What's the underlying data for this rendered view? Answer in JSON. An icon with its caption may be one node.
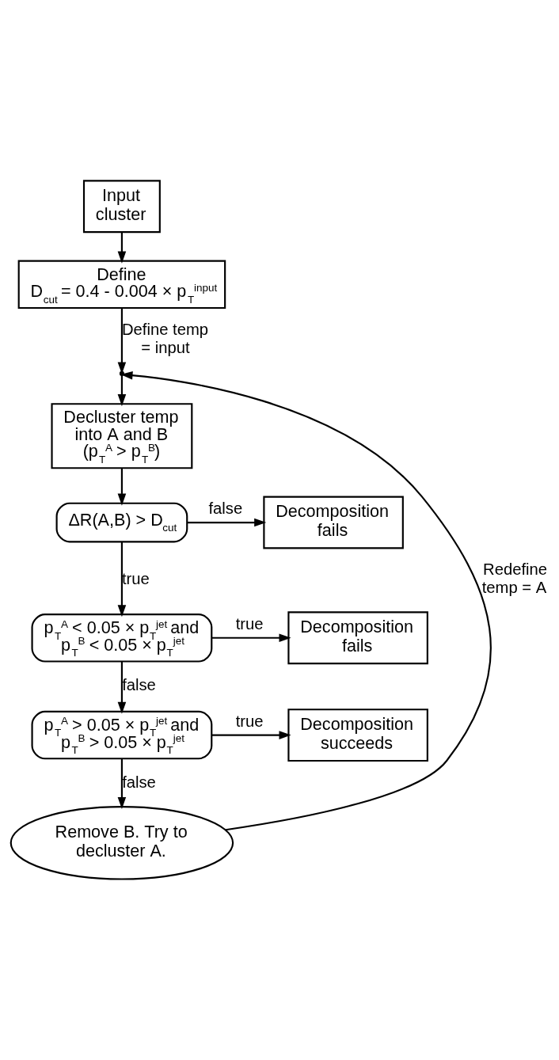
{
  "diagram": {
    "nodes": [
      {
        "text": [
          "Input cluster"
        ]
      },
      {
        "text": [
          "Define",
          "D$_{cut}$ = 0.4 - 0.004 × p$_{T}$$^{input}$"
        ]
      },
      {
        "text": [],
        "shape": "point"
      },
      {
        "text": [
          "Decluster temp into A and B (p$_{T}$$^{A}$ > p$_{T}$$^{B}$)"
        ]
      },
      {
        "text": [
          "ΔR(A,B) > D$_{cut}$"
        ]
      },
      {
        "text": [
          "Decomposition fails"
        ]
      },
      {
        "text": [
          "p$_{T}$$^{A}$ < 0.05 × p$_{T}$$^{jet}$ and p$_{T}$$^{B}$ < 0.05 × p$_{T}$$^{jet}$"
        ]
      },
      {
        "text": [
          "Decomposition fails"
        ]
      },
      {
        "text": [
          "p$_{T}$$^{A}$ > 0.05 × p$_{T}$$^{jet}$ and p$_{T}$$^{B}$ > 0.05 × p$_{T}$$^{jet}$"
        ]
      },
      {
        "text": [
          "Decomposition succeeds"
        ]
      },
      {
        "text": [
          "Remove B. Try to decluster A."
        ]
      }
    ],
    "edges": [
      {
        "from": 0,
        "to": 1,
        "arrow": "to"
      },
      {
        "from": 1,
        "to": 2,
        "arrow": "to",
        "label": "Define temp = input"
      },
      {
        "from": 10,
        "to": 2,
        "arrow": "to",
        "label": "Redefine temp = A"
      },
      {
        "from": 2,
        "to": 3,
        "arrow": "to"
      },
      {
        "from": 3,
        "to": 4,
        "arrow": "to"
      },
      {
        "from": 4,
        "to": 5,
        "arrow": "to",
        "label": "false"
      },
      {
        "from": 4,
        "to": 6,
        "arrow": "to",
        "label": "true"
      },
      {
        "from": 6,
        "to": 7,
        "arrow": "to",
        "label": "true"
      },
      {
        "from": 6,
        "to": 8,
        "arrow": "to",
        "label": "false"
      },
      {
        "from": 8,
        "to": 9,
        "arrow": "to",
        "label": "true"
      },
      {
        "from": 8,
        "to": 10,
        "arrow": "to",
        "label": "false"
      }
    ]
  }
}
